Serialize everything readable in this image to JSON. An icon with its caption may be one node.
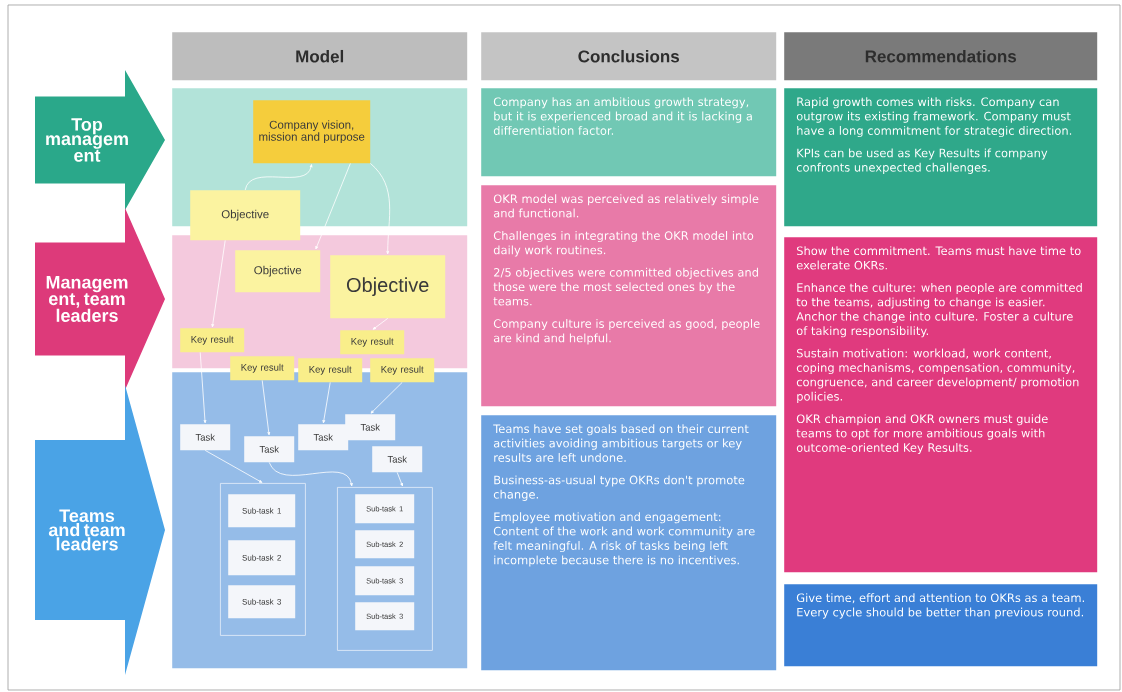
{
  "diagram": {
    "nodes": [
      {
        "text": [
          "Model"
        ]
      },
      {
        "text": [
          "Conclusions"
        ]
      },
      {
        "text": [
          "Recommendations"
        ]
      },
      {
        "text": [
          "Top managem ent"
        ]
      },
      {
        "text": [],
        "shape": "box"
      },
      {
        "text": [
          "Company vision, mission and purpose"
        ],
        "in": 4
      },
      {
        "text": [
          "Company has an ambitious growth strategy, but it is experienced broad and it is lacking a differentiation factor."
        ]
      },
      {
        "text": [
          "Rapid growth comes with risks. Company can outgrow its existing framework. Company must have a long commitment for strategic direction.",
          "KPIs can be used as Key Results if company confronts unexpected challenges."
        ]
      },
      {
        "text": [
          "Managem ent, team leaders"
        ]
      },
      {
        "text": [],
        "shape": "box"
      },
      {
        "text": [
          "Objective"
        ]
      },
      {
        "text": [
          "Objective"
        ],
        "in": 9
      },
      {
        "text": [
          "Objective"
        ],
        "in": 9
      },
      {
        "text": [
          "Key result"
        ],
        "in": 9
      },
      {
        "text": [
          "Key result"
        ]
      },
      {
        "text": [
          "Key result"
        ]
      },
      {
        "text": [
          "Key result"
        ],
        "in": 9
      },
      {
        "text": [
          "Key result"
        ]
      },
      {
        "text": [
          "OKR model was perceived as relatively simple and functional.",
          "Challenges in integrating the OKR model into daily work routines.",
          "2/5 objectives were committed objectives and those were the most selected ones by the teams.",
          "Company culture is perceived as good, people are kind and helpful."
        ]
      },
      {
        "text": [
          "Show the commitment. Teams must have time to exelerate OKRs.",
          "Enhance the culture: when people are committed to the teams, adjusting to change is easier. Anchor the change into culture. Foster a culture of taking responsibility.",
          "Sustain motivation: workload, work content, coping mechanisms, compensation, community, congruence, and career development/ promotion policies.",
          "OKR champion and OKR owners must guide teams to opt for more ambitious goals with outcome-oriented Key Results."
        ]
      },
      {
        "text": [
          "Teams and team leaders"
        ]
      },
      {
        "text": [],
        "shape": "box"
      },
      {
        "text": [
          "Task"
        ],
        "in": 21
      },
      {
        "text": [
          "Task"
        ],
        "in": 21
      },
      {
        "text": [
          "Task"
        ],
        "in": 21
      },
      {
        "text": [
          "Task"
        ],
        "in": 21
      },
      {
        "text": [
          "Task"
        ],
        "in": 21
      },
      {
        "text": [],
        "shape": "box",
        "in": 21
      },
      {
        "text": [
          "Sub-task 1"
        ],
        "in": 27
      },
      {
        "text": [
          "Sub-task 2"
        ],
        "in": 27
      },
      {
        "text": [
          "Sub-task 3"
        ],
        "in": 27
      },
      {
        "text": [],
        "shape": "box",
        "in": 21
      },
      {
        "text": [
          "Sub-task 1"
        ],
        "in": 31
      },
      {
        "text": [
          "Sub-task 2"
        ],
        "in": 31
      },
      {
        "text": [
          "Sub-task 3"
        ],
        "in": 31
      },
      {
        "text": [
          "Sub-task 3"
        ],
        "in": 31
      },
      {
        "text": [
          "Teams have set goals based on their current activities avoiding ambitious targets or key results are left undone.",
          "Business-as-usual type OKRs don't promote change.",
          "Employee motivation and engagement: Content of the work and work community are felt meaningful. A risk of tasks being left incomplete because there is no incentives."
        ]
      },
      {
        "text": [
          "Give time, effort and attention to OKRs as a team. Every cycle should be better than previous round."
        ]
      }
    ],
    "edges": [
      {
        "from": 10,
        "to": 5,
        "arrow": "to"
      },
      {
        "from": 5,
        "to": 11,
        "arrow": "to"
      },
      {
        "from": 5,
        "to": 12,
        "arrow": "to"
      },
      {
        "from": 10,
        "to": 13,
        "arrow": "to"
      },
      {
        "from": 12,
        "to": 16,
        "arrow": "to"
      },
      {
        "from": 13,
        "to": 22,
        "arrow": "to"
      },
      {
        "from": 14,
        "to": 23,
        "arrow": "to"
      },
      {
        "from": 15,
        "to": 24,
        "arrow": "to"
      },
      {
        "from": 17,
        "to": 25,
        "arrow": "to"
      },
      {
        "from": 22,
        "to": 27,
        "arrow": "to"
      },
      {
        "from": 23,
        "to": 31,
        "arrow": "to"
      },
      {
        "from": 26,
        "to": 31,
        "arrow": "to"
      }
    ]
  }
}
